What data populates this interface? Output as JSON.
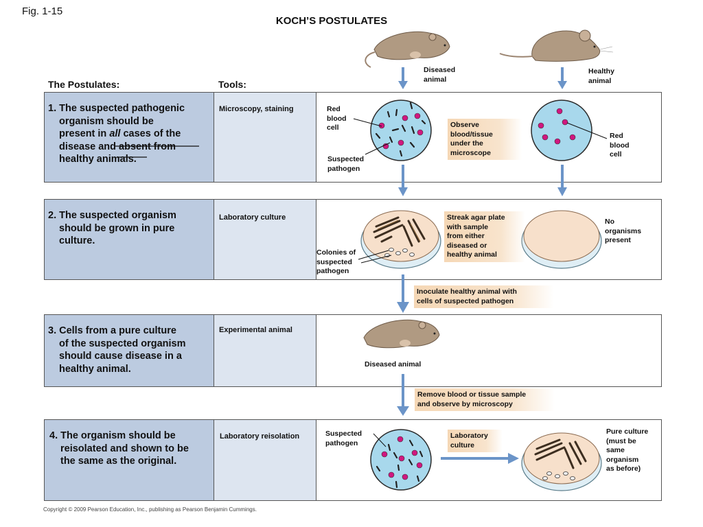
{
  "fig_label": "Fig. 1-15",
  "title": "KOCH’S POSTULATES",
  "headers": {
    "postulates": "The Postulates:",
    "tools": "Tools:"
  },
  "top_labels": {
    "diseased": [
      "Diseased",
      "animal"
    ],
    "healthy": [
      "Healthy",
      "animal"
    ]
  },
  "rows": [
    {
      "postulate": [
        "1. The suspected pathogenic",
        "organism should be",
        "present in all cases of the",
        "disease and absent from",
        "healthy animals."
      ],
      "tool": "Microscopy, staining"
    },
    {
      "postulate": [
        "2. The suspected organism",
        "should be grown in pure",
        "culture."
      ],
      "tool": "Laboratory culture"
    },
    {
      "postulate": [
        "3. Cells from a pure culture",
        "of the suspected organism",
        "should cause disease in a",
        "healthy animal."
      ],
      "tool": "Experimental animal"
    },
    {
      "postulate": [
        "4. The organism should be",
        "reisolated and shown to be",
        "the same as the original."
      ],
      "tool": "Laboratory reisolation"
    }
  ],
  "labels": {
    "red_blood_cell_left": [
      "Red",
      "blood",
      "cell"
    ],
    "suspected_pathogen_1": [
      "Suspected",
      "pathogen"
    ],
    "observe": [
      "Observe",
      "blood/tissue",
      "under the",
      "microscope"
    ],
    "red_blood_cell_right": [
      "Red",
      "blood",
      "cell"
    ],
    "colonies": [
      "Colonies of",
      "suspected",
      "pathogen"
    ],
    "streak": [
      "Streak agar plate",
      "with sample",
      "from either",
      "diseased or",
      "healthy animal"
    ],
    "no_organisms": [
      "No",
      "organisms",
      "present"
    ],
    "inoculate": [
      "Inoculate healthy animal with",
      "cells of suspected pathogen"
    ],
    "diseased_animal": "Diseased animal",
    "remove": [
      "Remove blood or tissue sample",
      "and observe by microscopy"
    ],
    "suspected_pathogen_4": [
      "Suspected",
      "pathogen"
    ],
    "lab_culture": [
      "Laboratory",
      "culture"
    ],
    "pure_culture": [
      "Pure culture",
      "(must be",
      "same",
      "organism",
      "as before)"
    ]
  },
  "colors": {
    "postulate_cell": "#bccbe0",
    "tool_cell": "#dde5f0",
    "arrow": "#6b94c8",
    "callout": "#f5d7b5",
    "slide": "#a8d8ec",
    "blood_cell": "#d0177f",
    "plate": "#f7e0cb"
  },
  "copyright": "Copyright © 2009 Pearson Education, Inc., publishing as Pearson Benjamin Cummings."
}
